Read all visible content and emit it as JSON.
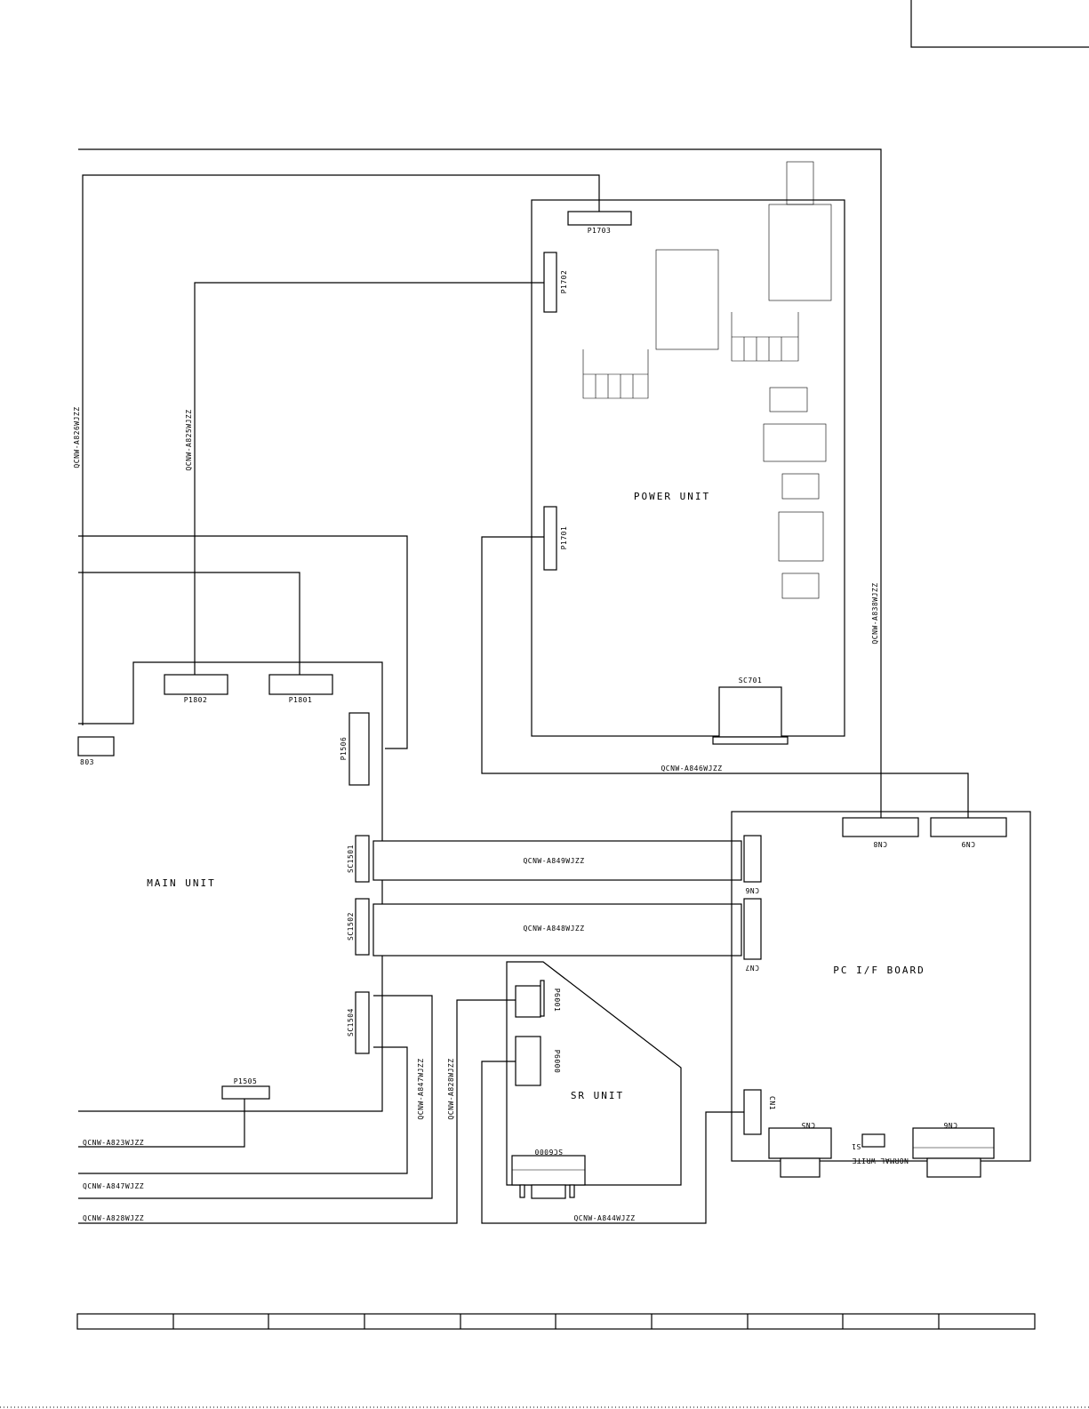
{
  "units": {
    "power": "POWER UNIT",
    "main": "MAIN UNIT",
    "pcif": "PC I/F BOARD",
    "sr": "SR UNIT"
  },
  "connectors": {
    "p1703": "P1703",
    "p1702": "P1702",
    "p1701": "P1701",
    "sc701": "SC701",
    "p1802": "P1802",
    "p1801": "P1801",
    "p1803": "803",
    "p1506": "P1506",
    "sc1501": "SC1501",
    "sc1502": "SC1502",
    "sc1504": "SC1504",
    "p1505": "P1505",
    "p6001": "P6001",
    "p6000": "P6000",
    "sc6000": "SC6000",
    "cn8": "CN8",
    "cn9": "CN9",
    "cn6": "CN6",
    "cn7": "CN7",
    "cn1": "CN1",
    "cn5": "CN5",
    "cn6b": "CN6",
    "s1": "S1"
  },
  "switch_label": "NORMAL WRITE",
  "cables": {
    "a826": "QCNW-A826WJZZ",
    "a825": "QCNW-A825WJZZ",
    "a838": "QCNW-A838WJZZ",
    "a846": "QCNW-A846WJZZ",
    "a849": "QCNW-A849WJZZ",
    "a848": "QCNW-A848WJZZ",
    "a847v": "QCNW-A847WJZZ",
    "a828v": "QCNW-A828WJZZ",
    "a823": "QCNW-A823WJZZ",
    "a847": "QCNW-A847WJZZ",
    "a828": "QCNW-A828WJZZ",
    "a844": "QCNW-A844WJZZ"
  }
}
